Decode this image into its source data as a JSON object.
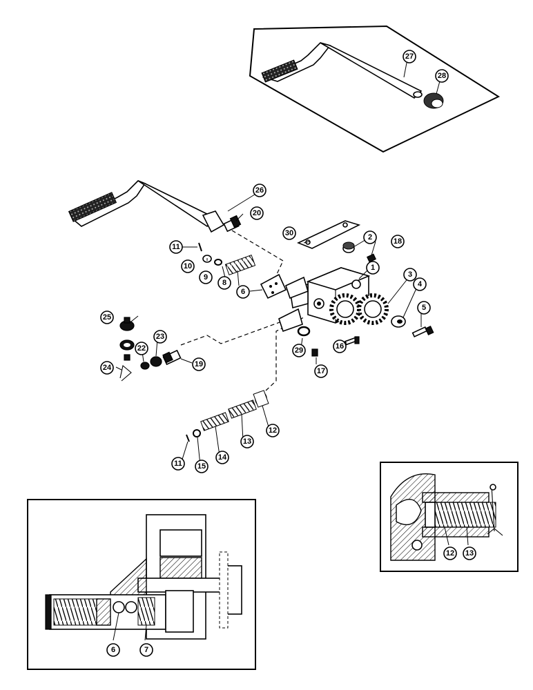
{
  "callouts": {
    "c1": "1",
    "c2": "2",
    "c3": "3",
    "c4": "4",
    "c5": "5",
    "c6": "6",
    "c8": "8",
    "c9": "9",
    "c10": "10",
    "c11a": "11",
    "c11b": "11",
    "c12": "12",
    "c13": "13",
    "c14": "14",
    "c15": "15",
    "c16": "16",
    "c17": "17",
    "c18": "18",
    "c19": "19",
    "c20": "20",
    "c22": "22",
    "c23": "23",
    "c24": "24",
    "c25": "25",
    "c26": "26",
    "c27": "27",
    "c28": "28",
    "c29": "29",
    "c30": "30",
    "inset_left_6": "6",
    "inset_left_7": "7",
    "inset_right_12": "12",
    "inset_right_13": "13"
  }
}
